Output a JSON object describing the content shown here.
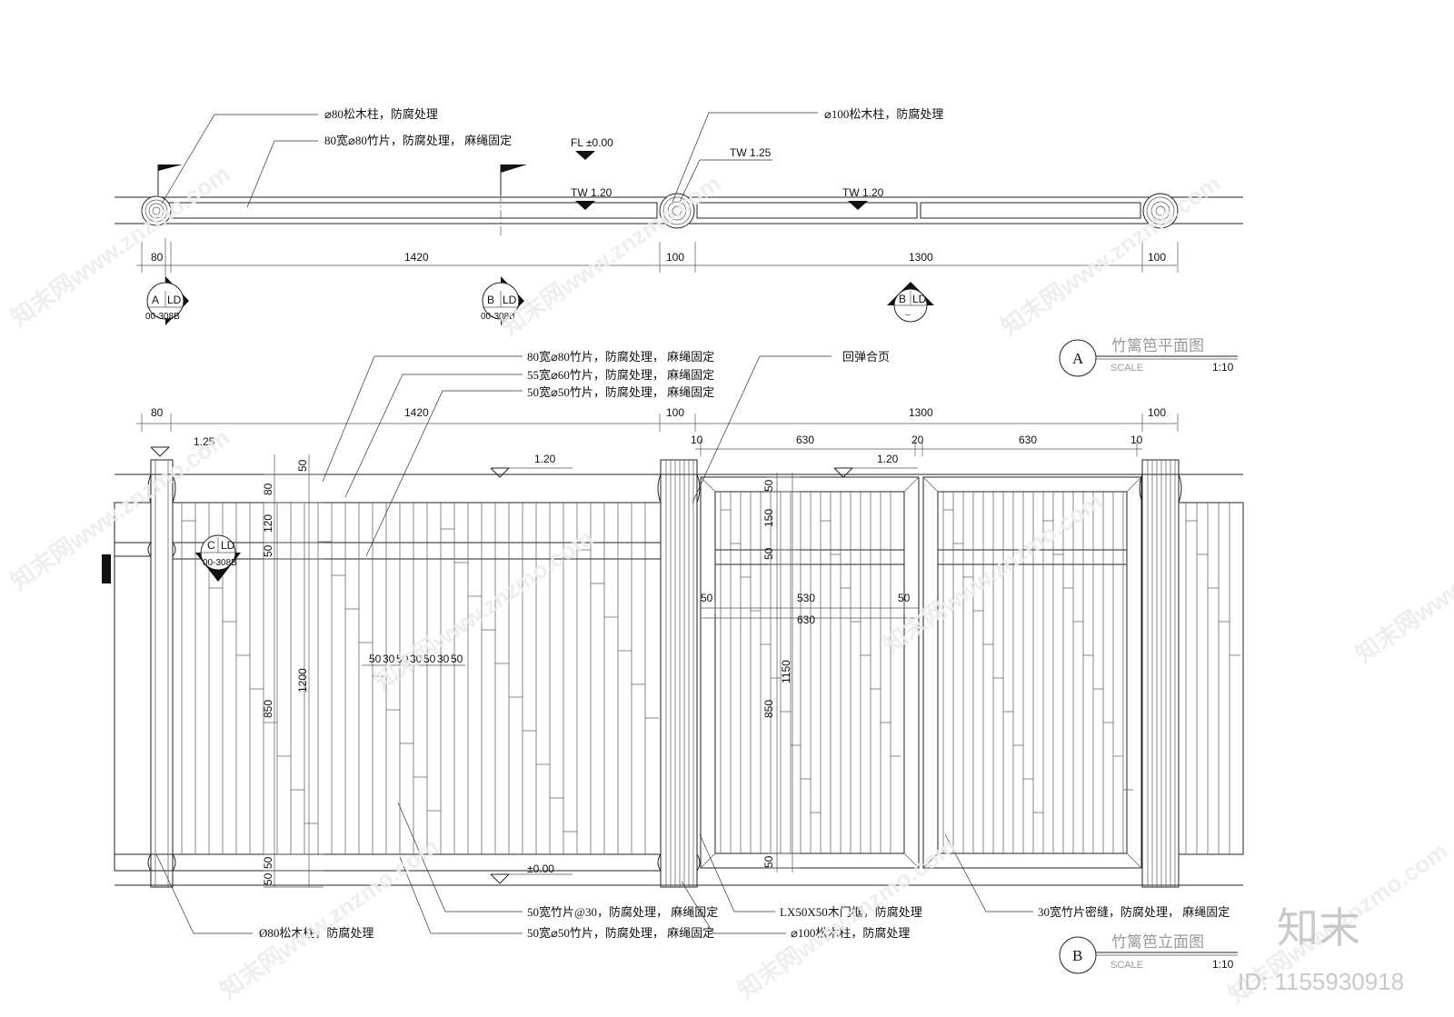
{
  "plan": {
    "notes": {
      "post80": "⌀80松木柱，防腐处理",
      "slat80": "80宽⌀80竹片，防腐处理， 麻绳固定",
      "post100": "⌀100松木柱，防腐处理"
    },
    "levels": {
      "fl": "FL ±0.00",
      "tw1": "TW 1.20",
      "tw2": "TW 1.20",
      "tw125": "TW 1.25"
    },
    "dims": [
      "80",
      "1420",
      "100",
      "1300",
      "100"
    ],
    "callouts": [
      {
        "letter": "A",
        "code": "LD",
        "sheet": "00-308B"
      },
      {
        "letter": "B",
        "code": "LD",
        "sheet": "00-308B"
      },
      {
        "letter": "B",
        "code": "LD",
        "sheet": "--"
      }
    ],
    "title": {
      "letter": "A",
      "name": "竹篱笆平面图",
      "scale_label": "SCALE",
      "scale": "1:10"
    }
  },
  "elevation": {
    "top_notes": {
      "n1": "80宽⌀80竹片，防腐处理， 麻绳固定",
      "n2": "55宽⌀60竹片，防腐处理， 麻绳固定",
      "n3": "50宽⌀50竹片，防腐处理， 麻绳固定",
      "hinge": "回弹合页"
    },
    "dims_top": [
      "80",
      "1420",
      "100",
      "1300",
      "100"
    ],
    "dims_gate": [
      "10",
      "630",
      "20",
      "630",
      "10"
    ],
    "levels": {
      "l125": "1.25",
      "l120a": "1.20",
      "l120b": "1.20",
      "zero": "±0.00"
    },
    "vdims_left": [
      "50",
      "80",
      "120",
      "50",
      "850",
      "1200",
      "50",
      "50"
    ],
    "vdims_gate": [
      "50",
      "150",
      "50",
      "1150",
      "850",
      "50"
    ],
    "gate_h": {
      "a": "50",
      "b": "530",
      "c": "50",
      "d": "630"
    },
    "spacing": [
      "50",
      "30",
      "50",
      "30",
      "50",
      "30",
      "50"
    ],
    "callout_c": {
      "letter": "C",
      "code": "LD",
      "sheet": "00-308B"
    },
    "bottom_notes": {
      "post80": "Ø80松木柱，防腐处理",
      "slat30": "50宽竹片@30，防腐处理， 麻绳固定",
      "slat50": "50宽⌀50竹片，防腐处理， 麻绳固定",
      "frame": "LX50X50木门框，防腐处理",
      "post100": "⌀100松木柱，防腐处理",
      "dense": "30宽竹片密缝，防腐处理， 麻绳固定"
    },
    "title": {
      "letter": "B",
      "name": "竹篱笆立面图",
      "scale_label": "SCALE",
      "scale": "1:10"
    }
  },
  "watermark": {
    "site": "知末网www.znzmo.com",
    "brand": "知末",
    "id": "ID: 1155930918"
  }
}
